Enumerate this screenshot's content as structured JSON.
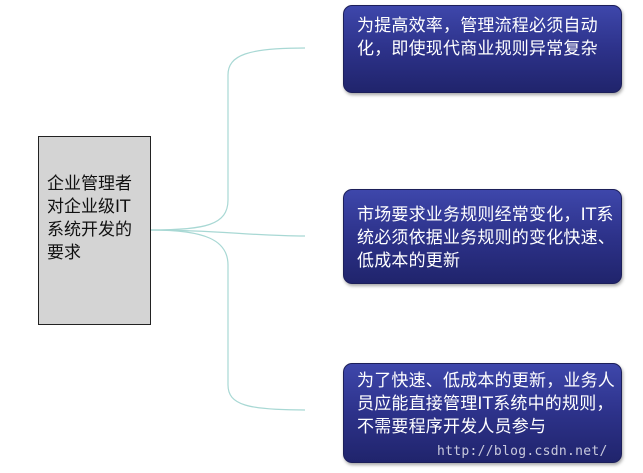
{
  "root": {
    "text": "企业管理者对企业级IT系统开发的要求"
  },
  "branches": [
    {
      "text": "为提高效率，管理流程必须自动化，即使现代商业规则异常复杂"
    },
    {
      "text": "市场要求业务规则经常变化，IT系统必须依据业务规则的变化快速、低成本的更新"
    },
    {
      "text": "为了快速、低成本的更新，业务人员应能直接管理IT系统中的规则，不需要程序开发人员参与"
    }
  ],
  "watermark": "http://blog.csdn.net/",
  "colors": {
    "connector": "#a8d8d4",
    "box_fill": "#2d328a",
    "root_fill": "#d4d4d4"
  }
}
